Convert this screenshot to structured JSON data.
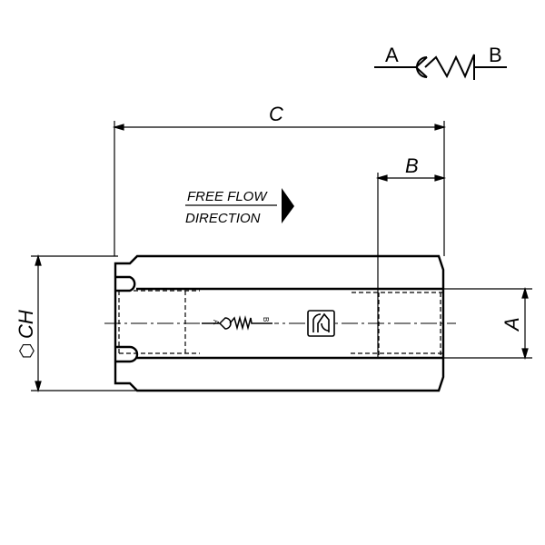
{
  "symbol": {
    "port_a": "A",
    "port_b": "B"
  },
  "dimensions": {
    "overall_length": "C",
    "port_depth": "B",
    "hex_size": "CH",
    "hex_glyph": "⬡",
    "port_thread": "A"
  },
  "flow_label": {
    "line1": "FREE FLOW",
    "line2": "DIRECTION"
  },
  "body_symbol": {
    "port_a": "A",
    "port_b": "B"
  },
  "colors": {
    "ink": "#000000",
    "background": "#ffffff"
  }
}
